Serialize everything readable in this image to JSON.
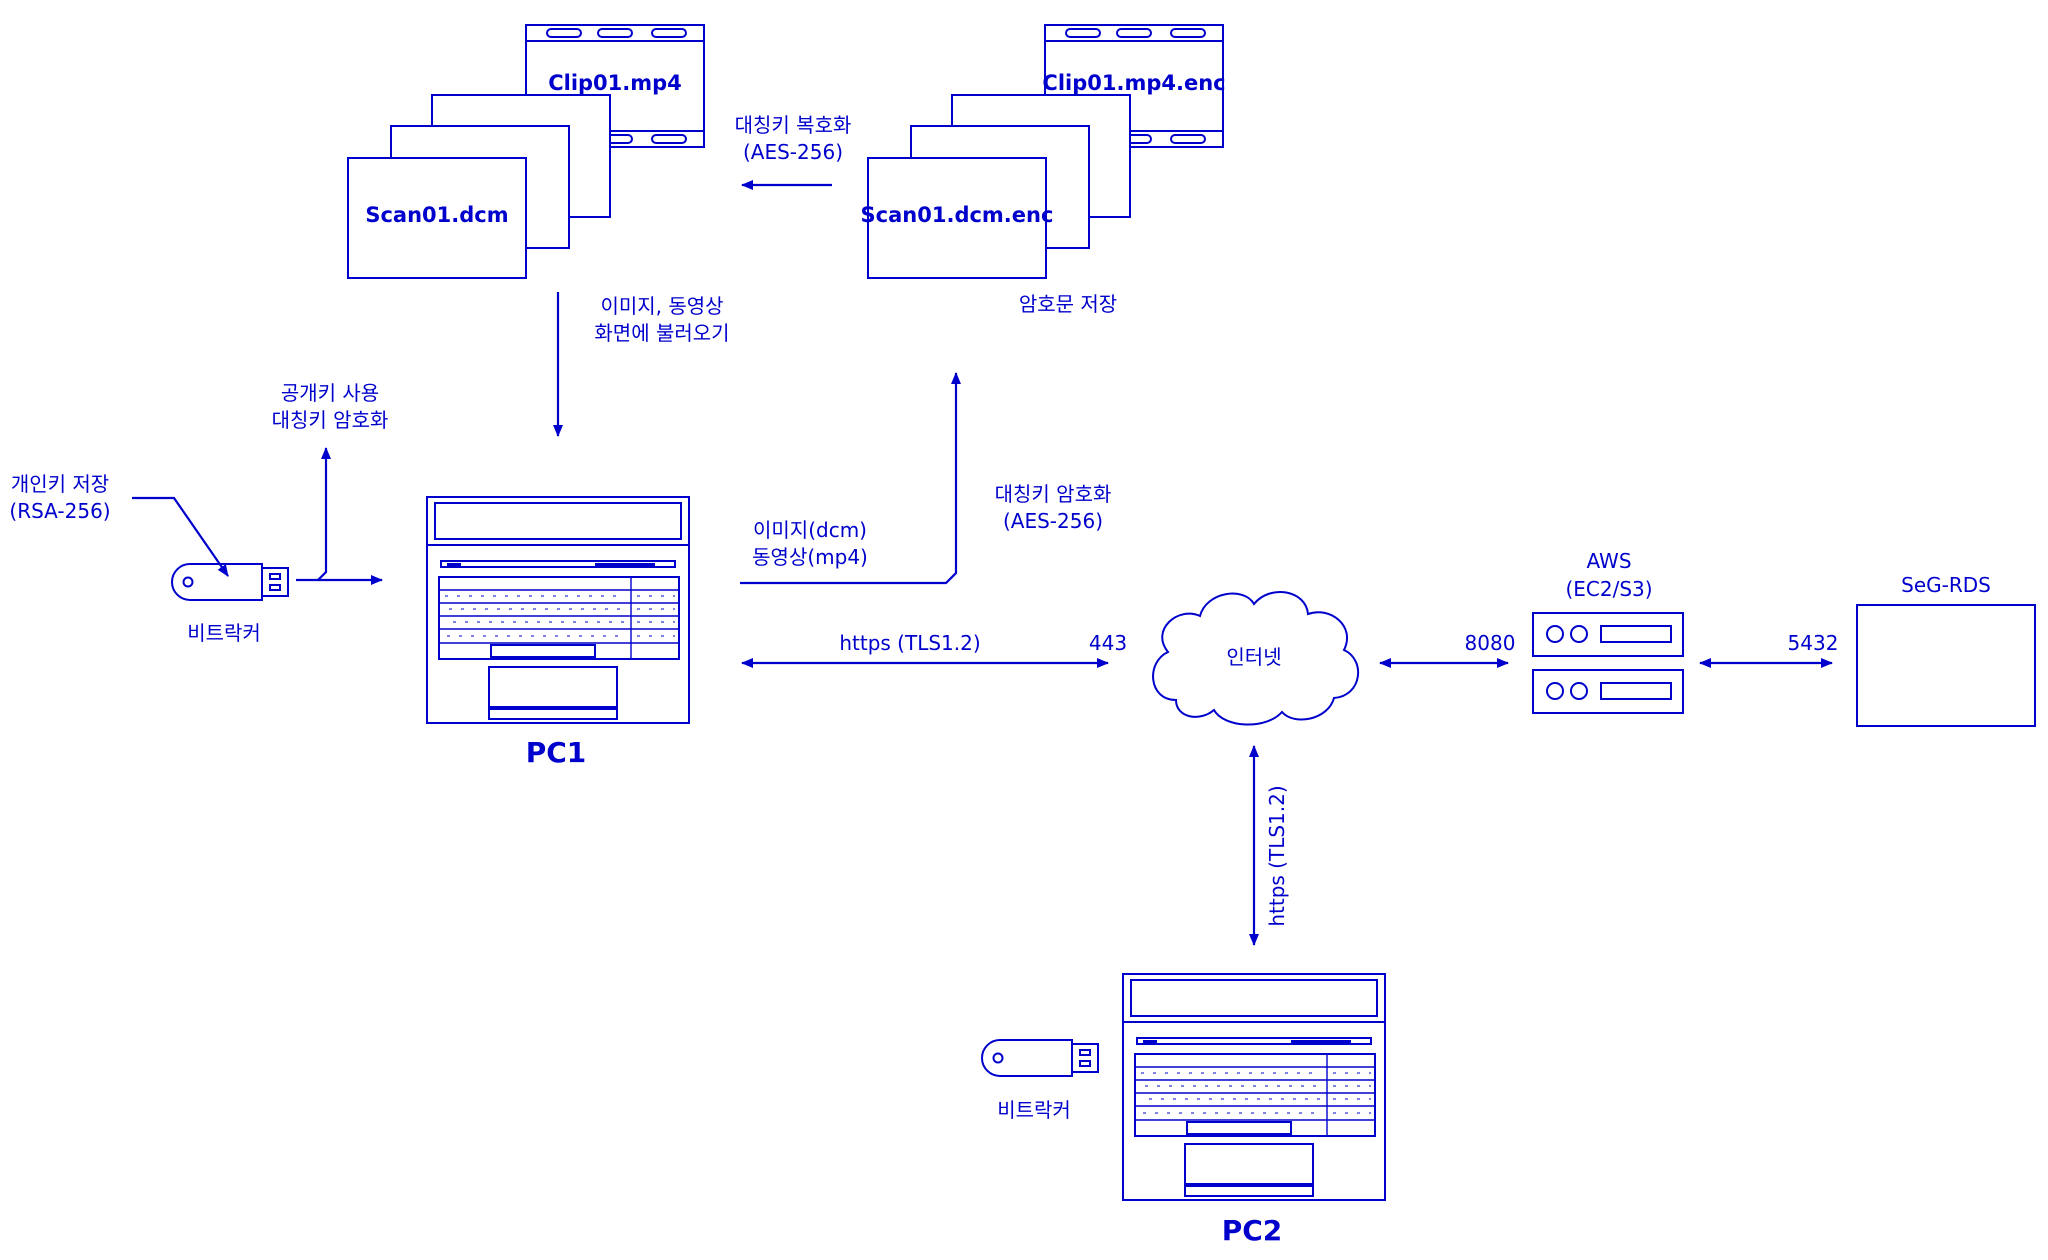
{
  "files_plain": {
    "clip": "Clip01.mp4",
    "scan": "Scan01.dcm"
  },
  "files_enc": {
    "clip": "Clip01.mp4.enc",
    "scan": "Scan01.dcm.enc"
  },
  "labels": {
    "decrypt_line1": "대칭키 복호화",
    "decrypt_line2": "(AES-256)",
    "load_line1": "이미지, 동영상",
    "load_line2": "화면에 불러오기",
    "store_cipher": "암호문 저장",
    "pubkey_line1": "공개키 사용",
    "pubkey_line2": "대칭키 암호화",
    "privkey_line1": "개인키 저장",
    "privkey_line2": "(RSA-256)",
    "bitlocker_pc1": "비트락커",
    "bitlocker_pc2": "비트락커",
    "encrypt_line1": "대칭키 암호화",
    "encrypt_line2": "(AES-256)",
    "media_line1": "이미지(dcm)",
    "media_line2": "동영상(mp4)",
    "https_h": "https (TLS1.2)",
    "https_v": "https (TLS1.2)",
    "port_443": "443",
    "port_8080": "8080",
    "port_5432": "5432",
    "internet": "인터넷",
    "aws_line1": "AWS",
    "aws_line2": "(EC2/S3)",
    "rds": "SeG-RDS",
    "pc1": "PC1",
    "pc2": "PC2"
  },
  "colors": {
    "line": "#0000cc",
    "background": "#ffffff"
  }
}
